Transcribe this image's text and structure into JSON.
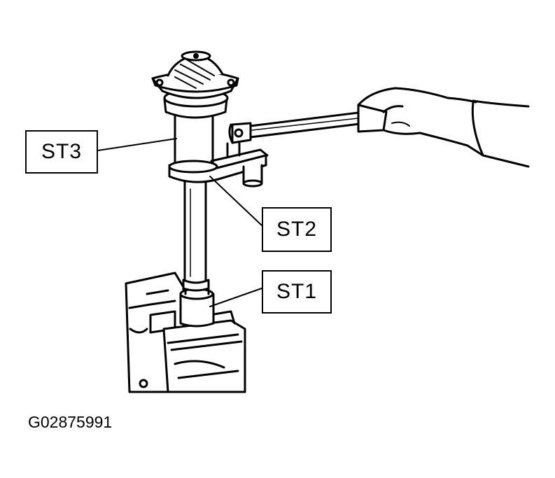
{
  "callouts": {
    "st3": "ST3",
    "st2": "ST2",
    "st1": "ST1"
  },
  "figure_id": "G02875991",
  "colors": {
    "line": "#000000",
    "background": "#ffffff"
  }
}
